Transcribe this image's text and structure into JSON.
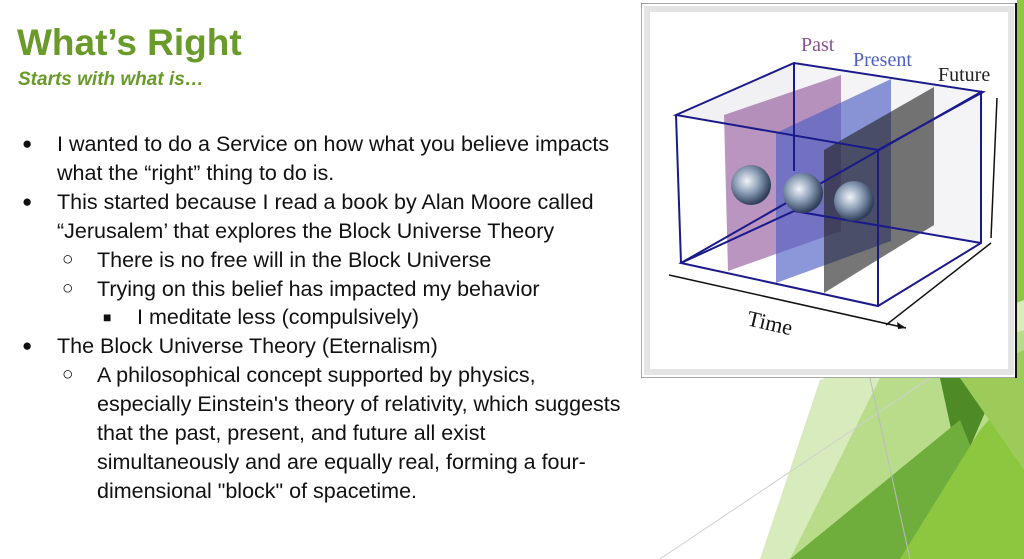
{
  "slide": {
    "title": "What’s Right",
    "subtitle": "Starts with what is…",
    "bullets": [
      {
        "level": 1,
        "marker": "●",
        "text": "I wanted to do a Service on how what you believe impacts what the “right” thing to do is."
      },
      {
        "level": 1,
        "marker": "●",
        "text": "This started because I read a book by Alan Moore called “Jerusalem’ that explores the Block Universe Theory"
      },
      {
        "level": 2,
        "marker": "○",
        "text": "There is no free will in the Block Universe"
      },
      {
        "level": 2,
        "marker": "○",
        "text": "Trying on this belief has impacted my behavior"
      },
      {
        "level": 3,
        "marker": "■",
        "text": "I meditate less (compulsively)"
      },
      {
        "level": 1,
        "marker": "●",
        "text": "The Block Universe Theory (Eternalism)"
      },
      {
        "level": 2,
        "marker": "○",
        "text": "A philosophical concept supported by physics, especially Einstein's theory of relativity, which suggests that the past, present, and future all exist simultaneously and are equally real, forming a four-dimensional \"block\" of spacetime."
      }
    ]
  },
  "figure": {
    "labels": {
      "past": "Past",
      "present": "Present",
      "future": "Future",
      "time": "Time"
    },
    "colors": {
      "past": "#8a4f94",
      "present": "#4f60c4",
      "future": "#222222",
      "edges": "#1a1a8a",
      "accent": "#6a9a2a"
    }
  }
}
